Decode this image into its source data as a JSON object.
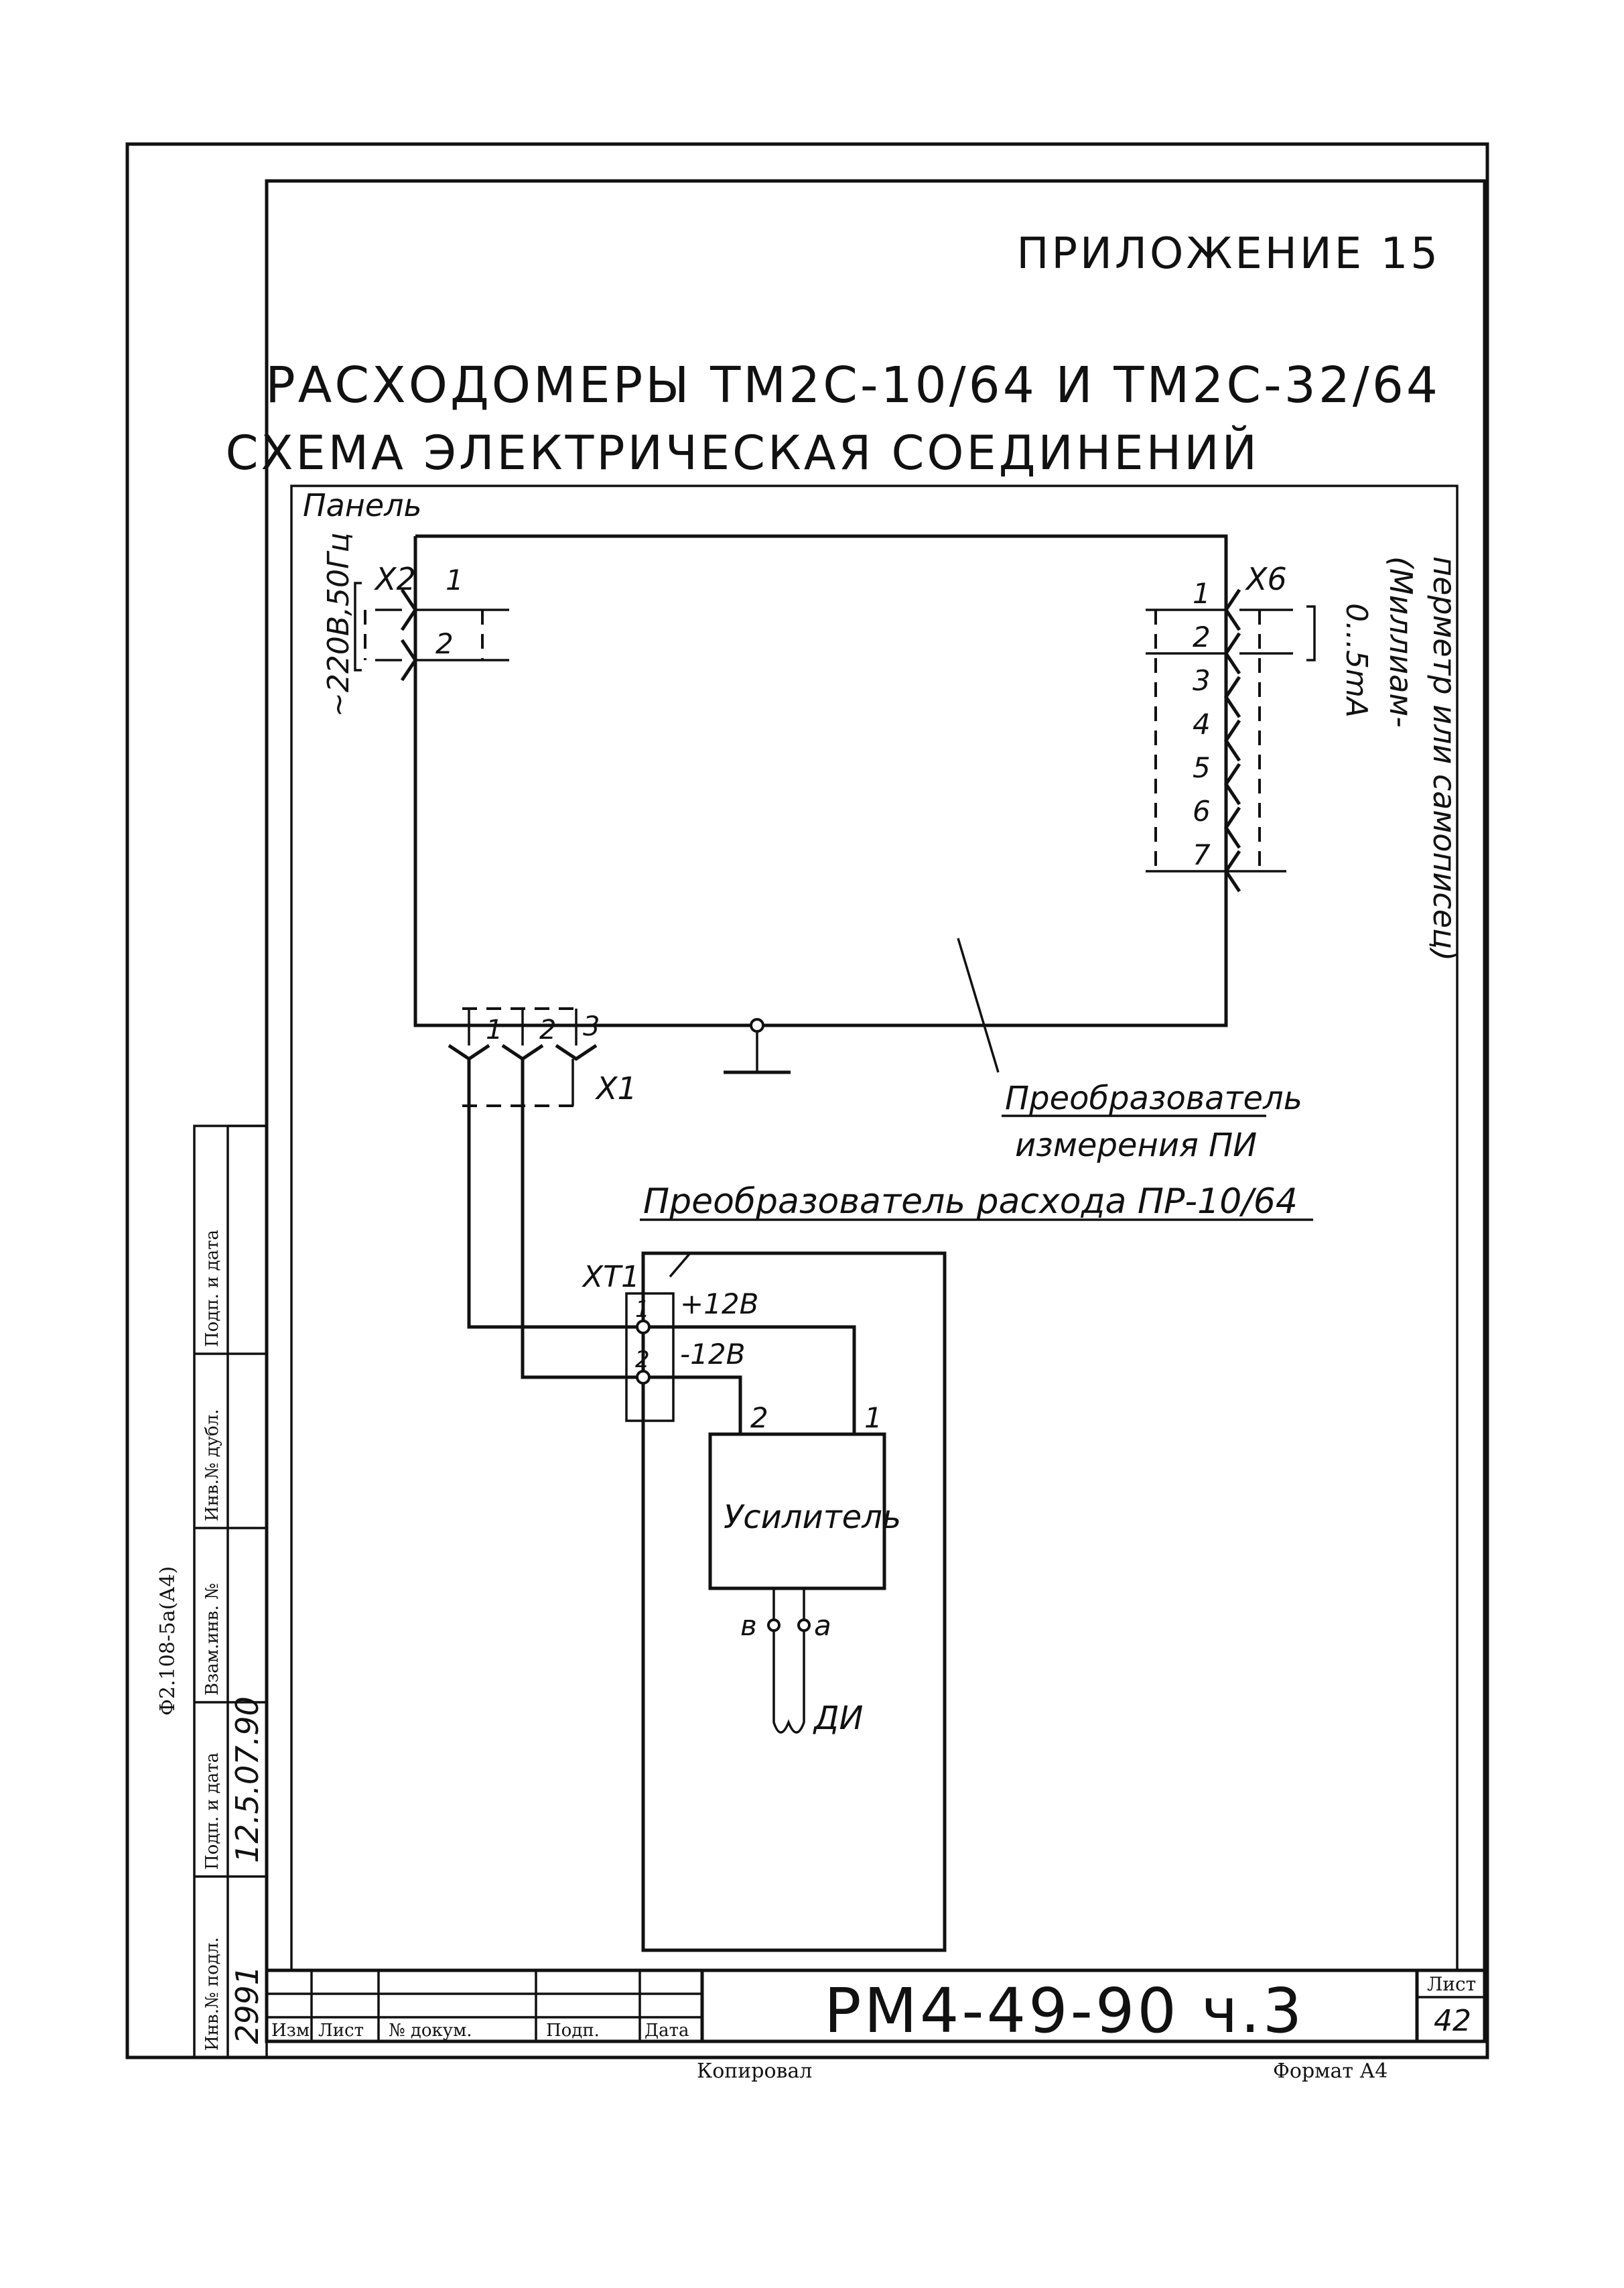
{
  "header": {
    "appendix": "ПРИЛОЖЕНИЕ 15",
    "title_line1": "РАСХОДОМЕРЫ ТМ2С-10/64 И ТМ2С-32/64",
    "title_line2": "СХЕМА ЭЛЕКТРИЧЕСКАЯ СОЕДИНЕНИЙ"
  },
  "diagram": {
    "panel_label": "Панель",
    "x2": {
      "name": "X2",
      "pins": [
        "1",
        "2"
      ],
      "supply": "~220В,50Гц"
    },
    "x6": {
      "name": "X6",
      "pins": [
        "1",
        "2",
        "3",
        "4",
        "5",
        "6",
        "7"
      ],
      "signal": "0...5mA",
      "device_line1": "(Миллиам-",
      "device_line2": "перметр или самописец)"
    },
    "x1": {
      "name": "X1",
      "pins": [
        "1",
        "2",
        "3"
      ]
    },
    "pi_label_line1": "Преобразователь",
    "pi_label_line2": "измерения ПИ",
    "pr_label": "Преобразователь расхода ПР-10/64",
    "xt1": {
      "name": "XT1",
      "pins": [
        "1",
        "2"
      ],
      "v1": "+12В",
      "v2": "-12В"
    },
    "amp": {
      "label": "Усилитель",
      "in1": "2",
      "in2": "1",
      "out1": "в",
      "out2": "а"
    },
    "sensor": "ДИ"
  },
  "side_stamp": {
    "form": "Ф2.108-5а(А4)",
    "col_inv_podl": "Инв.№ подл.",
    "col_podp_data": "Подп. и дата",
    "col_vzam": "Взам.инв. №",
    "col_inv_dubl": "Инв.№ дубл.",
    "col_podp_data2": "Подп. и дата",
    "inv_value": "2991",
    "date_value": "12.5.07.90"
  },
  "title_block": {
    "col_izm": "Изм",
    "col_list": "Лист",
    "col_doc": "№ докум.",
    "col_podp": "Подп.",
    "col_data": "Дата",
    "code": "РМ4-49-90 ч.3",
    "sheet_label": "Лист",
    "sheet_no": "42"
  },
  "footer": {
    "copied": "Копировал",
    "format": "Формат А4"
  }
}
